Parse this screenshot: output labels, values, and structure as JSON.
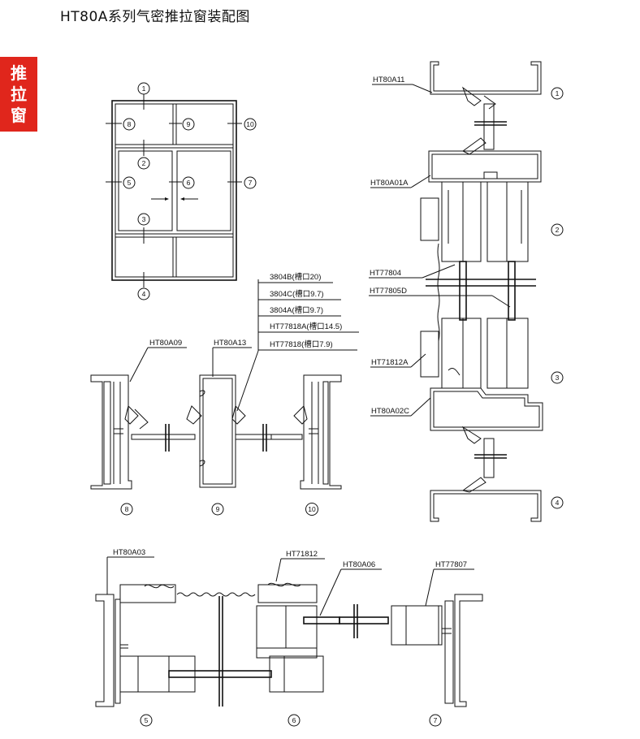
{
  "page": {
    "title": "HT80A系列气密推拉窗装配图",
    "side_tab": [
      "推",
      "拉",
      "窗"
    ]
  },
  "elevation": {
    "markers": [
      "1",
      "2",
      "3",
      "4",
      "5",
      "6",
      "7",
      "8",
      "9",
      "10"
    ]
  },
  "section_a": {
    "labels": [
      "HT80A09",
      "HT80A13"
    ],
    "circles": [
      "8",
      "9",
      "10"
    ],
    "parts_table": [
      "3804B(槽口20)",
      "3804C(槽口9.7)",
      "3804A(槽口9.7)",
      "HT77818A(槽口14.5)",
      "HT77818(槽口7.9)"
    ]
  },
  "section_b": {
    "labels": [
      "HT80A11",
      "HT80A01A",
      "HT77804",
      "HT77805D",
      "HT71812A",
      "HT80A02C"
    ],
    "circles": [
      "1",
      "2",
      "3",
      "4"
    ]
  },
  "section_c": {
    "labels": [
      "HT80A03",
      "HT71812",
      "HT80A06",
      "HT77807"
    ],
    "circles": [
      "5",
      "6",
      "7"
    ]
  },
  "colors": {
    "accent": "#e0261c",
    "line": "#111111"
  }
}
